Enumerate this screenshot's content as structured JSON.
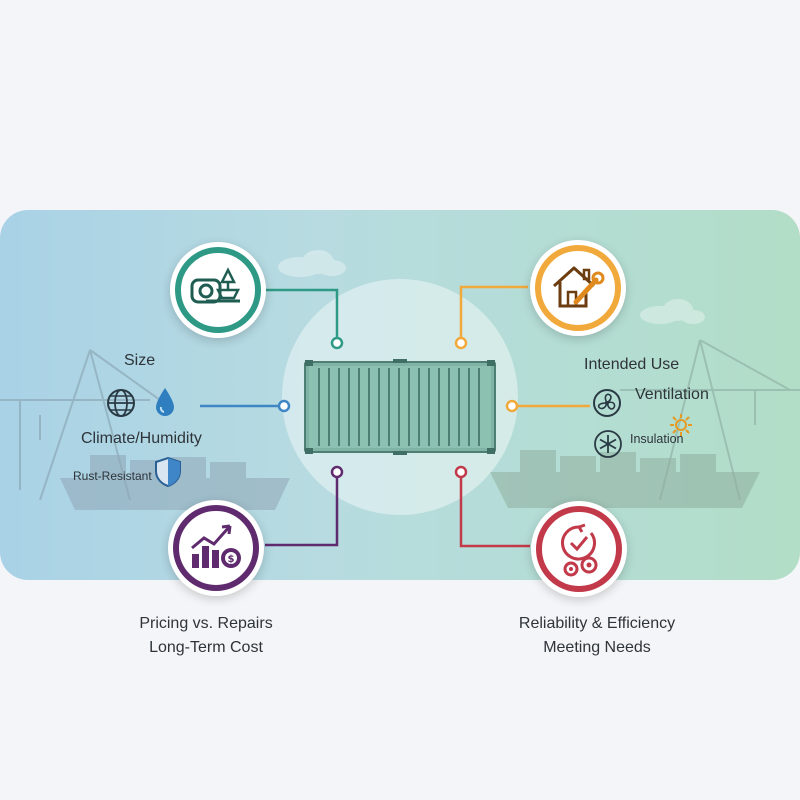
{
  "colors": {
    "background": "#f4f5f8",
    "teal": "#2e9a86",
    "amber": "#f2a93b",
    "purple": "#5f2b6e",
    "crimson": "#c23a4a",
    "blue_line": "#3e86c4",
    "container": "#5f9c8c"
  },
  "topics": {
    "size": {
      "label": "Size",
      "icon": "tape-measure-weight-icon"
    },
    "climate": {
      "label": "Climate/Humidity",
      "icons": [
        "globe-icon",
        "water-drop-icon"
      ]
    },
    "rust": {
      "label": "Rust-Resistant",
      "icon": "shield-icon"
    },
    "intended_use": {
      "label": "Intended Use",
      "icon": "house-wrench-icon"
    },
    "ventilation": {
      "label": "Ventilation",
      "icon": "fan-icon"
    },
    "insulation": {
      "label": "Insulation",
      "icons": [
        "snowflake-icon",
        "sun-icon"
      ]
    },
    "cost": {
      "line1": "Pricing vs. Repairs",
      "line2": "Long-Term Cost",
      "icon": "growth-chart-dollar-gear-icon"
    },
    "reliability": {
      "line1": "Reliability & Efficiency",
      "line2": "Meeting Needs",
      "icon": "check-gears-icon"
    }
  },
  "center": {
    "icon": "shipping-container-icon"
  }
}
